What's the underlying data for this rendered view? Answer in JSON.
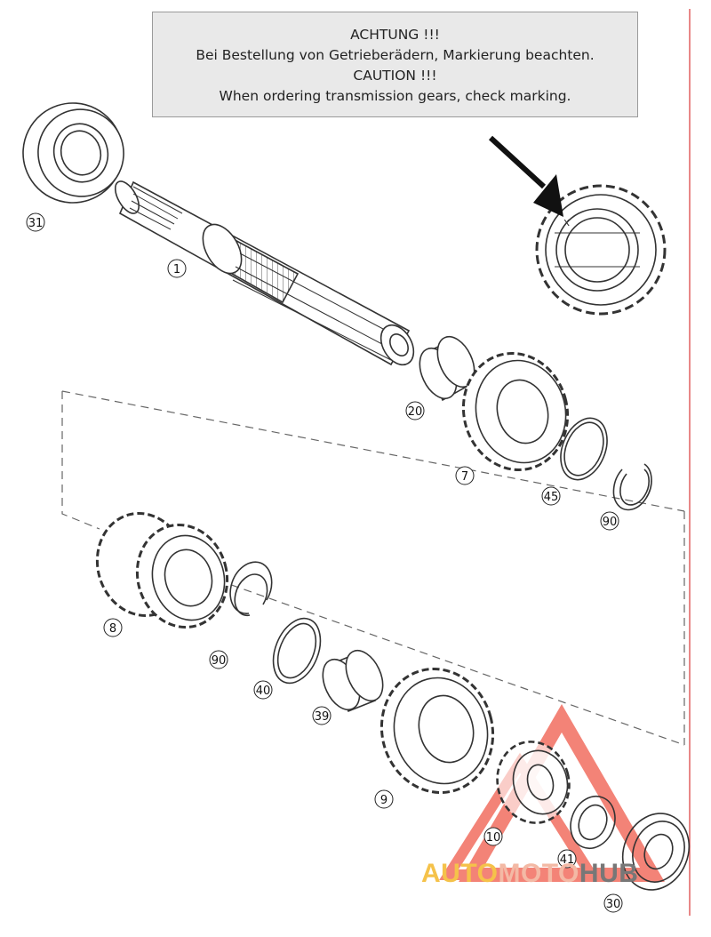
{
  "notice": {
    "line1": "ACHTUNG !!!",
    "line2": "Bei Bestellung von Getrieberädern, Markierung beachten.",
    "line3": "CAUTION !!!",
    "line4": "When ordering transmission gears, check marking."
  },
  "callouts": [
    "31",
    "1",
    "20",
    "7",
    "45",
    "90",
    "8",
    "90",
    "40",
    "39",
    "9",
    "10",
    "41",
    "30"
  ],
  "watermark": {
    "part1": "AUTO",
    "part2": "MOTO",
    "part3": "HUB",
    "colors": {
      "auto": "#f5c24a",
      "moto": "#f3b9a5",
      "hub": "#777777",
      "triangle": "#ef5a4a"
    }
  }
}
